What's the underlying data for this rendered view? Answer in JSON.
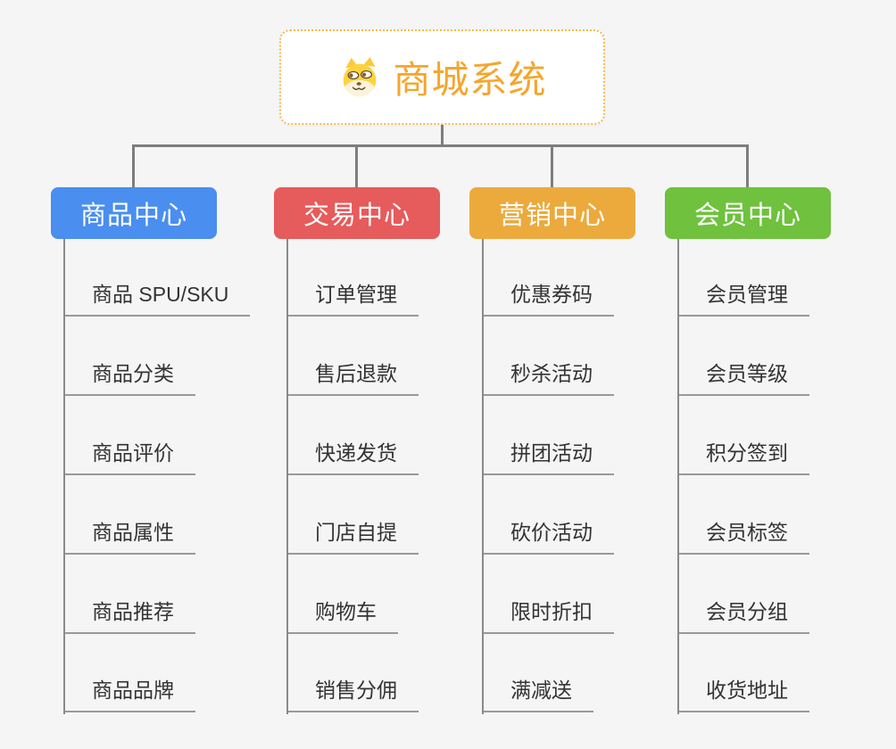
{
  "canvas": {
    "background": "#f5f5f6"
  },
  "root": {
    "title": "商城系统",
    "icon": "doge-icon",
    "text_color": "#F5A62B",
    "border_color": "#F2BB4D"
  },
  "connectors": {
    "line_color": "#7E7E7E",
    "trunk_color": "#8A8A8A",
    "underline_color": "#999999"
  },
  "branches": [
    {
      "label": "商品中心",
      "color": "#4A8EF0",
      "children": [
        "商品 SPU/SKU",
        "商品分类",
        "商品评价",
        "商品属性",
        "商品推荐",
        "商品品牌"
      ]
    },
    {
      "label": "交易中心",
      "color": "#E65B5B",
      "children": [
        "订单管理",
        "售后退款",
        "快递发货",
        "门店自提",
        "购物车",
        "销售分佣"
      ]
    },
    {
      "label": "营销中心",
      "color": "#ECAA3C",
      "children": [
        "优惠券码",
        "秒杀活动",
        "拼团活动",
        "砍价活动",
        "限时折扣",
        "满减送"
      ]
    },
    {
      "label": "会员中心",
      "color": "#6FC13E",
      "children": [
        "会员管理",
        "会员等级",
        "积分签到",
        "会员标签",
        "会员分组",
        "收货地址"
      ]
    }
  ]
}
